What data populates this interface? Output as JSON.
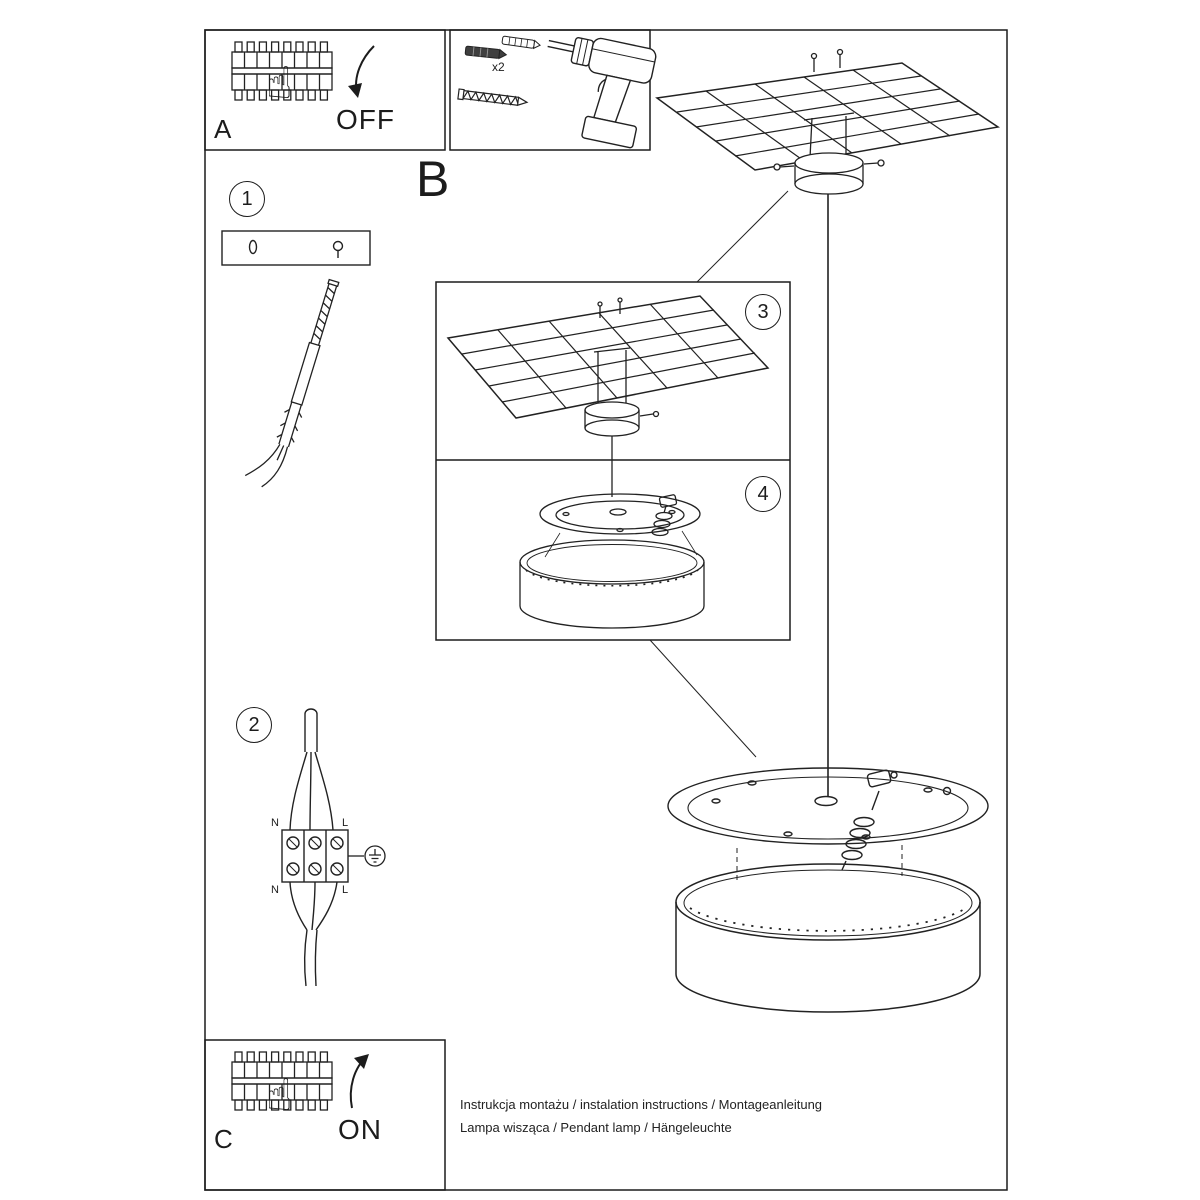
{
  "sheet": {
    "panel_a": {
      "letter": "A",
      "action": "OFF"
    },
    "panel_b": {
      "letter": "B"
    },
    "panel_c": {
      "letter": "C",
      "action": "ON"
    },
    "tools": {
      "plug_quantity": "x2"
    },
    "steps": [
      {
        "number": "1"
      },
      {
        "number": "2"
      },
      {
        "number": "3"
      },
      {
        "number": "4"
      }
    ],
    "wiring_labels": {
      "top_left": "N",
      "top_right": "L",
      "bottom_left": "N",
      "bottom_right": "L"
    },
    "icons": {
      "hand_pointing": "☝"
    },
    "footer": {
      "line1": "Instrukcja montażu / instalation instructions / Montageanleitung",
      "line2": "Lampa wisząca / Pendant lamp / Hängeleuchte"
    },
    "colors": {
      "ink": "#1c1c1c",
      "paper": "#ffffff"
    }
  }
}
